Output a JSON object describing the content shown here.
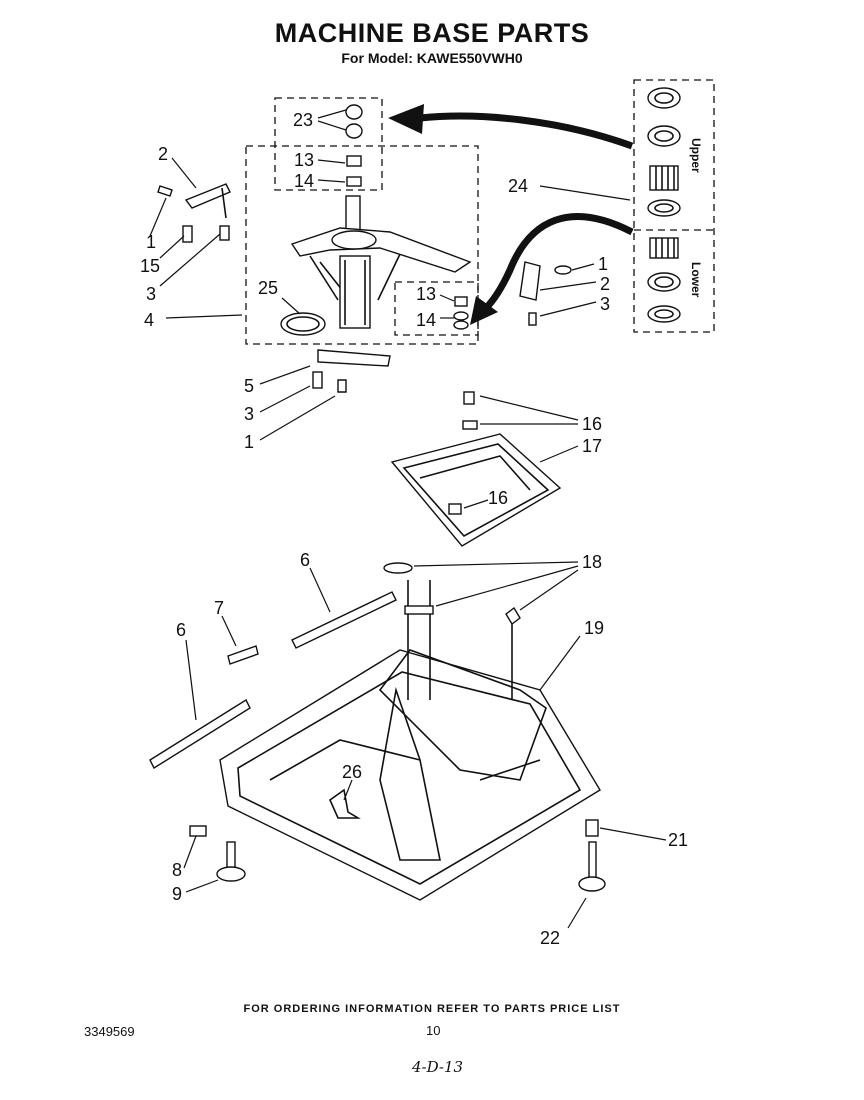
{
  "header": {
    "title": "MACHINE BASE PARTS",
    "model_line": "For Model: KAWE550VWH0"
  },
  "callouts": {
    "c1a": "1",
    "c1b": "1",
    "c1c": "1",
    "c2a": "2",
    "c2b": "2",
    "c3a": "3",
    "c3b": "3",
    "c3c": "3",
    "c4": "4",
    "c5": "5",
    "c6a": "6",
    "c6b": "6",
    "c7": "7",
    "c8": "8",
    "c9": "9",
    "c13a": "13",
    "c13b": "13",
    "c14a": "14",
    "c14b": "14",
    "c15": "15",
    "c16a": "16",
    "c16b": "16",
    "c17": "17",
    "c18": "18",
    "c19": "19",
    "c21": "21",
    "c22": "22",
    "c23": "23",
    "c24": "24",
    "c25": "25",
    "c26": "26"
  },
  "bearing_kit": {
    "upper_label": "Upper",
    "lower_label": "Lower"
  },
  "footer": {
    "ordering_note": "FOR ORDERING INFORMATION REFER TO PARTS PRICE LIST",
    "doc_number": "3349569",
    "page_number": "10",
    "hand_code": "4-D-13"
  }
}
